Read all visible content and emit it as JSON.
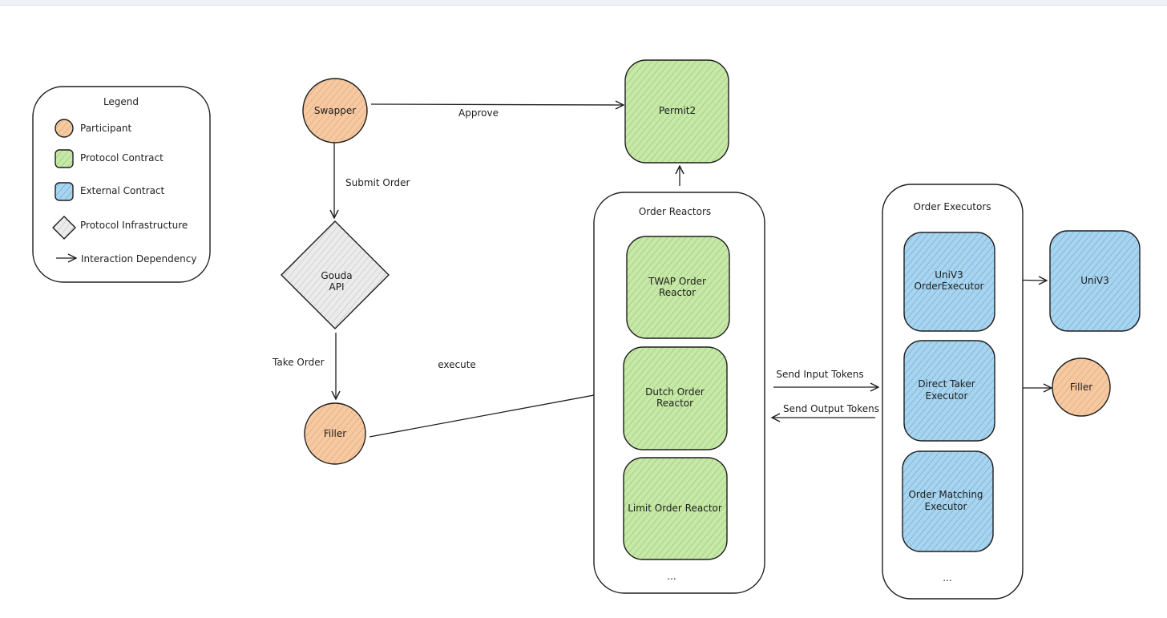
{
  "colors": {
    "participant": "#f5c9a2",
    "protocol_contract": "#c7e8a8",
    "external_contract": "#a9d4ee",
    "protocol_infrastructure": "#ebebeb",
    "ink": "#1e1e1e",
    "hatch_participant": "#e8a16b",
    "hatch_protocol": "#8cc866",
    "hatch_external": "#5fa8d8",
    "hatch_infra": "#bdbdbd"
  },
  "legend": {
    "title": "Legend",
    "items": [
      {
        "label": "Participant",
        "shape": "circle",
        "kind": "participant"
      },
      {
        "label": "Protocol Contract",
        "shape": "rounded-square",
        "kind": "protocol"
      },
      {
        "label": "External Contract",
        "shape": "rounded-square",
        "kind": "external"
      },
      {
        "label": "Protocol Infrastructure",
        "shape": "diamond",
        "kind": "infra"
      },
      {
        "label": "Interaction Dependency",
        "shape": "arrow",
        "kind": "arrow"
      }
    ]
  },
  "nodes": {
    "swapper": "Swapper",
    "permit2": "Permit2",
    "gouda_api_line1": "Gouda",
    "gouda_api_line2": "API",
    "filler_left": "Filler",
    "filler_right": "Filler",
    "univ3": "UniV3"
  },
  "order_reactors": {
    "title": "Order Reactors",
    "items": [
      {
        "line1": "TWAP Order",
        "line2": "Reactor"
      },
      {
        "line1": "Dutch Order",
        "line2": "Reactor"
      },
      {
        "line1": "Limit Order Reactor",
        "line2": ""
      }
    ],
    "ellipsis": "..."
  },
  "order_executors": {
    "title": "Order Executors",
    "items": [
      {
        "line1": "UniV3",
        "line2": "OrderExecutor"
      },
      {
        "line1": "Direct Taker",
        "line2": "Executor"
      },
      {
        "line1": "Order Matching",
        "line2": "Executor"
      }
    ],
    "ellipsis": "..."
  },
  "edges": {
    "approve": "Approve",
    "submit_order": "Submit Order",
    "take_order": "Take Order",
    "execute": "execute",
    "send_input_tokens": "Send Input Tokens",
    "send_output_tokens": "Send Output Tokens"
  }
}
